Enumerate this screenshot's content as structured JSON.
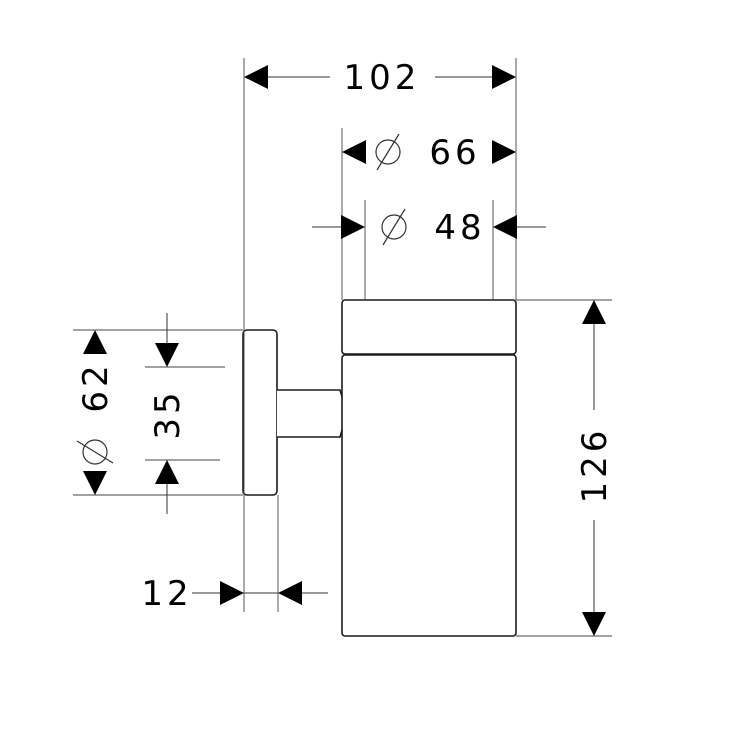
{
  "dimensions": {
    "overall_width": "102",
    "outer_diameter": "66",
    "inner_diameter": "48",
    "height": "126",
    "flange_diameter": "62",
    "mount_spacing": "35",
    "flange_thickness": "12"
  },
  "symbols": {
    "diameter": "∅"
  }
}
